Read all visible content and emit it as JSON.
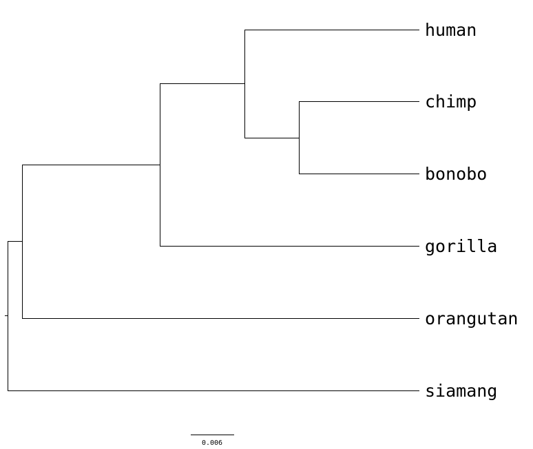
{
  "tree": {
    "leaves": [
      {
        "id": "human",
        "label": "human"
      },
      {
        "id": "chimp",
        "label": "chimp"
      },
      {
        "id": "bonobo",
        "label": "bonobo"
      },
      {
        "id": "gorilla",
        "label": "gorilla"
      },
      {
        "id": "orangutan",
        "label": "orangutan"
      },
      {
        "id": "siamang",
        "label": "siamang"
      }
    ]
  },
  "scale_bar": {
    "label": "0.006"
  },
  "colors": {
    "line": "#000000",
    "background": "#ffffff"
  }
}
